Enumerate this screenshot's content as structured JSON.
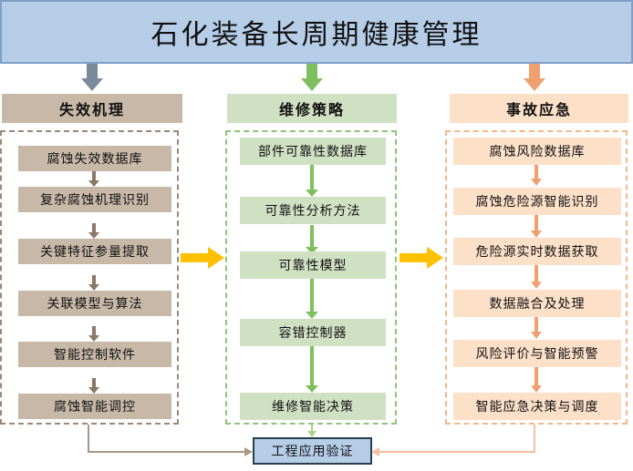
{
  "title": "石化装备长周期健康管理",
  "columns": [
    {
      "header": "失效机理",
      "items": [
        "腐蚀失效数据库",
        "复杂腐蚀机理识别",
        "关键特征参量提取",
        "关联模型与算法",
        "智能控制软件",
        "腐蚀智能调控"
      ]
    },
    {
      "header": "维修策略",
      "items": [
        "部件可靠性数据库",
        "可靠性分析方法",
        "可靠性模型",
        "容错控制器",
        "维修智能决策"
      ]
    },
    {
      "header": "事故应急",
      "items": [
        "腐蚀风险数据库",
        "腐蚀危险源智能识别",
        "危险源实时数据获取",
        "数据融合及处理",
        "风险评价与智能预警",
        "智能应急决策与调度"
      ]
    }
  ],
  "footer": "工程应用验证",
  "colors": {
    "title_fill": "#b6cde8",
    "col1": "#c8b8a8",
    "col2": "#cfe0c3",
    "col3": "#fce0c8",
    "col1_arrow": "#8a7868",
    "col2_arrow": "#7fbf5f",
    "col3_arrow": "#f0a070",
    "link_arrow": "#ffc000",
    "top_arrow_1": "#7b8a9a"
  }
}
